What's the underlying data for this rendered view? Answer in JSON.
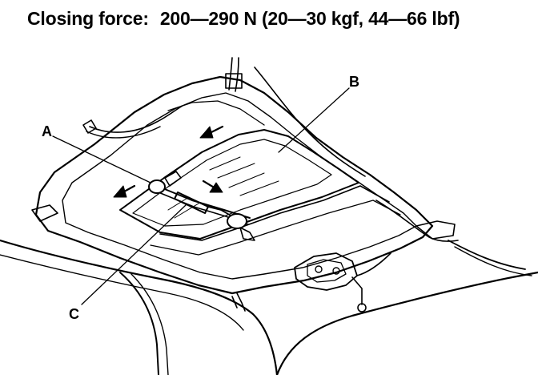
{
  "heading": {
    "label": "Closing force:",
    "value": "200—290 N (20—30 kgf, 44—66 lbf)"
  },
  "callouts": {
    "a": "A",
    "b": "B",
    "c": "C"
  },
  "colors": {
    "ink": "#000000",
    "paper": "#ffffff",
    "shade": "#dcdcdc"
  }
}
